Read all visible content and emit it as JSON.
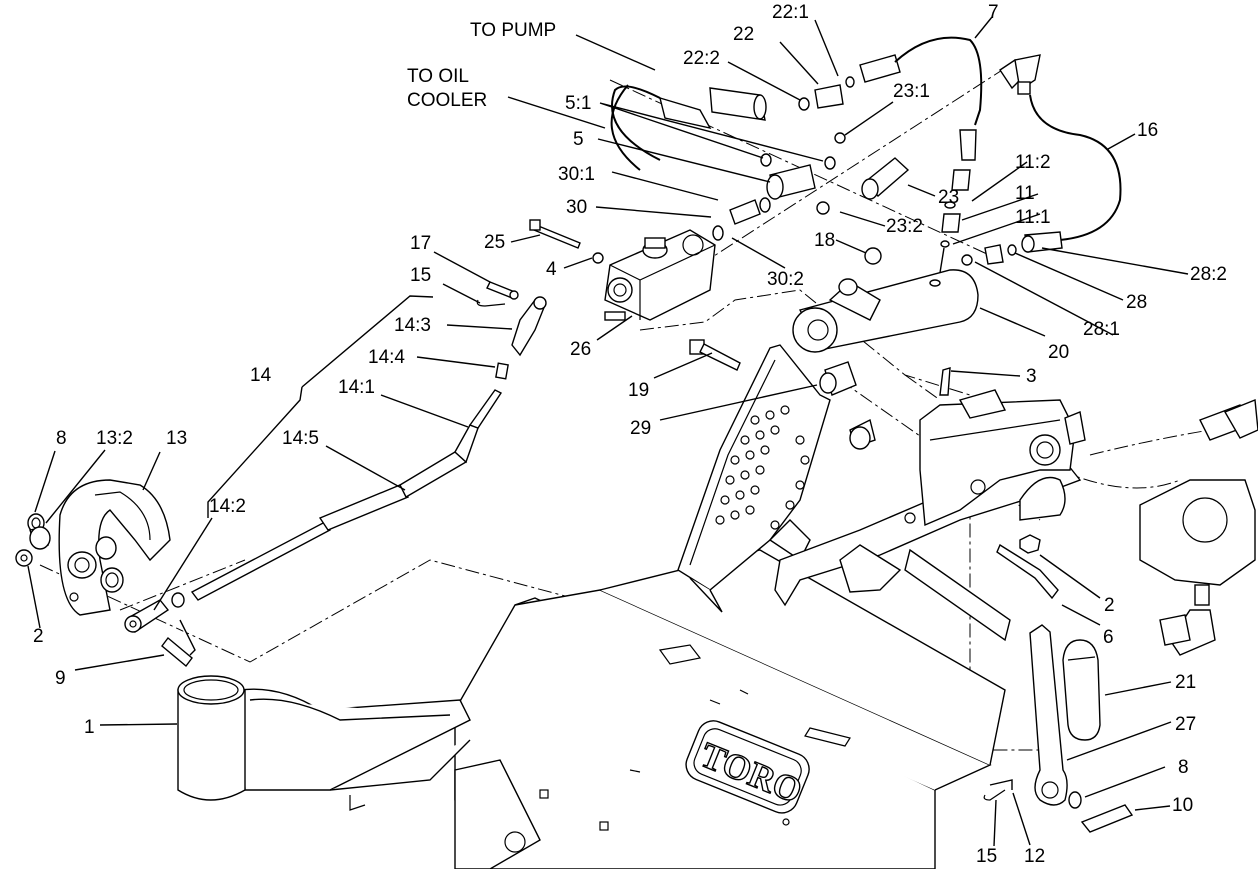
{
  "diagram": {
    "labels": [
      {
        "id": "to_pump",
        "text": "TO PUMP"
      },
      {
        "id": "to_oil_1",
        "text": "TO OIL"
      },
      {
        "id": "to_oil_2",
        "text": "COOLER"
      },
      {
        "id": "l_22_1",
        "text": "22:1"
      },
      {
        "id": "l_7",
        "text": "7"
      },
      {
        "id": "l_22",
        "text": "22"
      },
      {
        "id": "l_22_2",
        "text": "22:2"
      },
      {
        "id": "l_23_1",
        "text": "23:1"
      },
      {
        "id": "l_16",
        "text": "16"
      },
      {
        "id": "l_5_1",
        "text": "5:1"
      },
      {
        "id": "l_5",
        "text": "5"
      },
      {
        "id": "l_11_2",
        "text": "11:2"
      },
      {
        "id": "l_11",
        "text": "11"
      },
      {
        "id": "l_30_1",
        "text": "30:1"
      },
      {
        "id": "l_23",
        "text": "23"
      },
      {
        "id": "l_11_1",
        "text": "11:1"
      },
      {
        "id": "l_30",
        "text": "30"
      },
      {
        "id": "l_23_2",
        "text": "23:2"
      },
      {
        "id": "l_25",
        "text": "25"
      },
      {
        "id": "l_18",
        "text": "18"
      },
      {
        "id": "l_28_2",
        "text": "28:2"
      },
      {
        "id": "l_17",
        "text": "17"
      },
      {
        "id": "l_4",
        "text": "4"
      },
      {
        "id": "l_30_2",
        "text": "30:2"
      },
      {
        "id": "l_28",
        "text": "28"
      },
      {
        "id": "l_15a",
        "text": "15"
      },
      {
        "id": "l_28_1",
        "text": "28:1"
      },
      {
        "id": "l_14_3",
        "text": "14:3"
      },
      {
        "id": "l_26",
        "text": "26"
      },
      {
        "id": "l_20",
        "text": "20"
      },
      {
        "id": "l_14_4",
        "text": "14:4"
      },
      {
        "id": "l_14",
        "text": "14"
      },
      {
        "id": "l_19",
        "text": "19"
      },
      {
        "id": "l_3",
        "text": "3"
      },
      {
        "id": "l_14_1",
        "text": "14:1"
      },
      {
        "id": "l_29",
        "text": "29"
      },
      {
        "id": "l_8a",
        "text": "8"
      },
      {
        "id": "l_13_2",
        "text": "13:2"
      },
      {
        "id": "l_13",
        "text": "13"
      },
      {
        "id": "l_14_5",
        "text": "14:5"
      },
      {
        "id": "l_14_2",
        "text": "14:2"
      },
      {
        "id": "l_2a",
        "text": "2"
      },
      {
        "id": "l_2b",
        "text": "2"
      },
      {
        "id": "l_6",
        "text": "6"
      },
      {
        "id": "l_9",
        "text": "9"
      },
      {
        "id": "l_21",
        "text": "21"
      },
      {
        "id": "l_1",
        "text": "1"
      },
      {
        "id": "l_27",
        "text": "27"
      },
      {
        "id": "l_8b",
        "text": "8"
      },
      {
        "id": "l_10",
        "text": "10"
      },
      {
        "id": "l_15b",
        "text": "15"
      },
      {
        "id": "l_12",
        "text": "12"
      },
      {
        "id": "logo",
        "text": "TORO"
      }
    ]
  }
}
